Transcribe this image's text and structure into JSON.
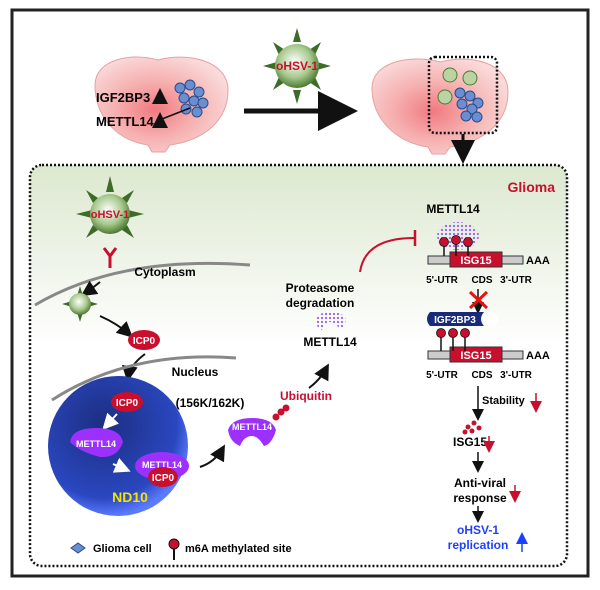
{
  "top": {
    "label_igf2bp3": "IGF2BP3",
    "label_mettl14": "METTL14",
    "virus_label": "oHSV-1"
  },
  "panel": {
    "glioma": "Glioma",
    "virus_label": "oHSV-1",
    "cytoplasm": "Cytoplasm",
    "nucleus": "Nucleus",
    "icp0": "ICP0",
    "mettl14": "METTL14",
    "nd10": "ND10",
    "sites": "(156K/162K)",
    "ubiquitin": "Ubiquitin",
    "proteasome_1": "Proteasome",
    "proteasome_2": "degradation",
    "degraded_mettl14": "METTL14",
    "mrna_top_label": "METTL14",
    "isg15": "ISG15",
    "aaa": "AAA",
    "utr5": "5'-UTR",
    "cds": "CDS",
    "utr3": "3'-UTR",
    "igf2bp3": "IGF2BP3",
    "stability": "Stability",
    "isg15_protein": "ISG15",
    "antiviral_1": "Anti-viral",
    "antiviral_2": "response",
    "replication_1": "oHSV-1",
    "replication_2": "replication"
  },
  "legend": {
    "glioma_cell": "Glioma cell",
    "m6a": "m6A methylated site"
  },
  "colors": {
    "red": "#c8102e",
    "purple": "#9b30ff",
    "navy": "#1a2a7a",
    "blue": "#1f3fff",
    "yellow": "#f5e400"
  }
}
